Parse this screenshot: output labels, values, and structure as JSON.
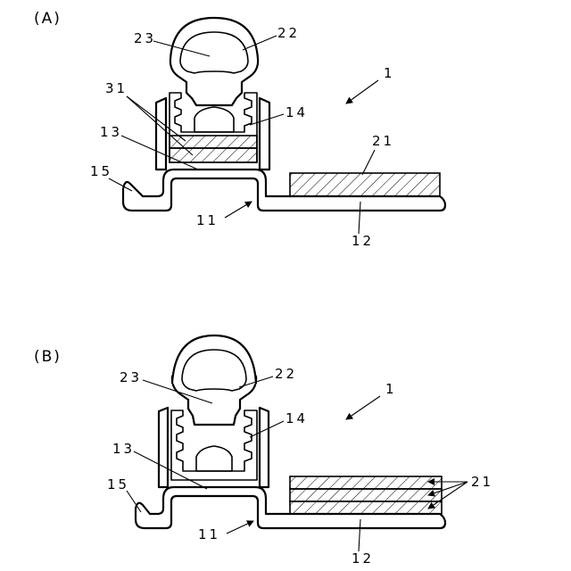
{
  "panels": [
    {
      "id": "A",
      "label": "(A)",
      "ref_23": "23",
      "ref_22": "22",
      "ref_31": "31",
      "ref_14": "14",
      "ref_13": "13",
      "ref_15": "15",
      "ref_11": "11",
      "ref_1": "1",
      "ref_21": "21",
      "ref_12": "12"
    },
    {
      "id": "B",
      "label": "(B)",
      "ref_23": "23",
      "ref_22": "22",
      "ref_14": "14",
      "ref_13": "13",
      "ref_15": "15",
      "ref_11": "11",
      "ref_1": "1",
      "ref_21": "21",
      "ref_12": "12"
    }
  ]
}
